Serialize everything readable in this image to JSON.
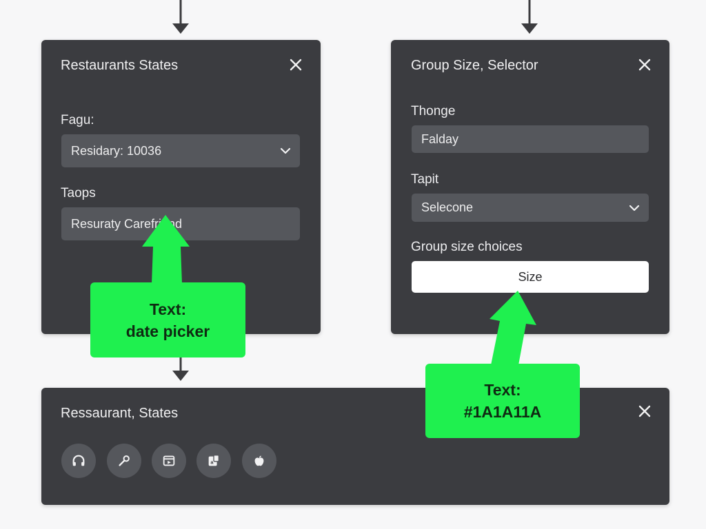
{
  "panel_restaurants": {
    "title": "Restaurants States",
    "fagu_label": "Fagu:",
    "fagu_value": "Residary: 10036",
    "taops_label": "Taops",
    "taops_value": "Resuraty Carefriend"
  },
  "panel_group_size": {
    "title": "Group Size, Selector",
    "thonge_label": "Thonge",
    "thonge_value": "Falday",
    "tapit_label": "Tapit",
    "tapit_value": "Selecone",
    "choices_label": "Group size choices",
    "size_value": "Size"
  },
  "panel_bottom": {
    "title": "Ressaurant, States",
    "icons": [
      "headphones-icon",
      "microphone-icon",
      "media-icon",
      "app-store-icon",
      "apple-icon"
    ]
  },
  "callouts": {
    "date_picker": {
      "line1": "Text:",
      "line2": "date picker"
    },
    "color_code": {
      "line1": "Text:",
      "line2": "#1A1A11A"
    }
  },
  "colors": {
    "panel_bg": "#3b3c40",
    "field_bg": "#55575c",
    "callout_green": "#1ff04f",
    "page_bg": "#f7f7f8"
  }
}
